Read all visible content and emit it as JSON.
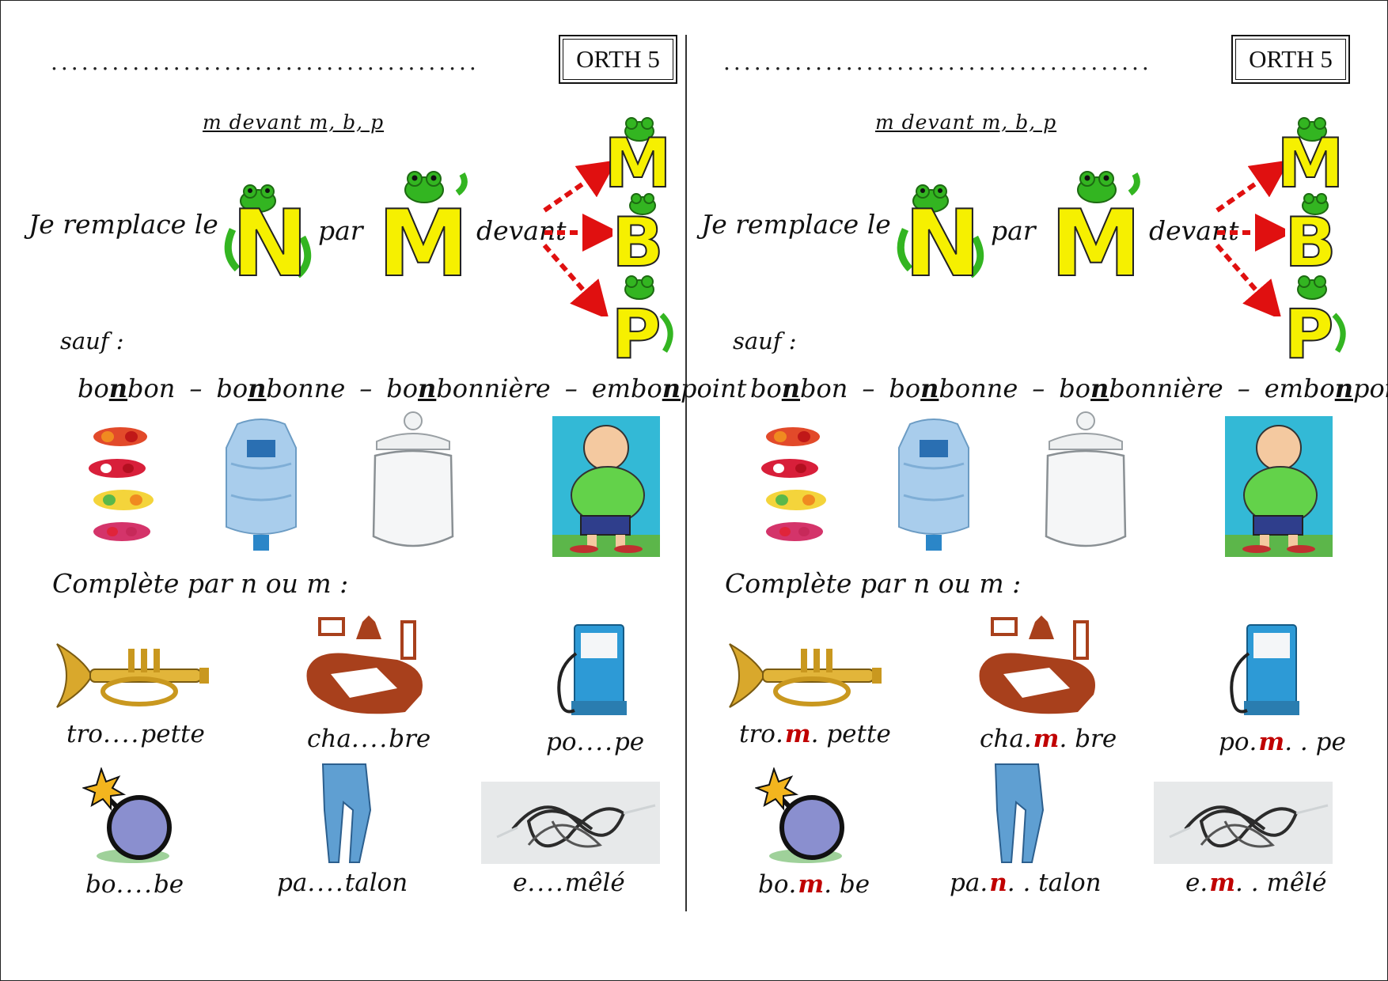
{
  "sheets": [
    {
      "id": "left",
      "name_line": "..........................................",
      "code": "ORTH 5",
      "rule_title": "m devant m, b, p",
      "sentence": {
        "je_remplace_le": "Je remplace le",
        "par": "par",
        "devant": "devant"
      },
      "letters": {
        "n": "N",
        "m": "M",
        "targets": [
          "M",
          "B",
          "P"
        ]
      },
      "sauf": "sauf :",
      "exceptions": [
        {
          "pre": "bo",
          "u": "n",
          "post": "bon"
        },
        {
          "pre": "bo",
          "u": "n",
          "post": "bonne"
        },
        {
          "pre": "bo",
          "u": "n",
          "post": "bonnière"
        },
        {
          "pre": "embo",
          "u": "n",
          "post": "point"
        }
      ],
      "separator": "–",
      "complete_label": "Complète par n ou m :",
      "words": [
        {
          "pre": "tro",
          "gap": "....",
          "answer": "",
          "post": "pette"
        },
        {
          "pre": "cha",
          "gap": "....",
          "answer": "",
          "post": "bre"
        },
        {
          "pre": "po",
          "gap": "....",
          "answer": "",
          "post": "pe"
        },
        {
          "pre": "bo",
          "gap": "....",
          "answer": "",
          "post": "be"
        },
        {
          "pre": "pa",
          "gap": "....",
          "answer": "",
          "post": "talon"
        },
        {
          "pre": "e",
          "gap": "....",
          "answer": "",
          "post": "mêlé"
        }
      ]
    },
    {
      "id": "right",
      "name_line": "..........................................",
      "code": "ORTH 5",
      "rule_title": "m devant m, b, p",
      "sentence": {
        "je_remplace_le": "Je remplace le",
        "par": "par",
        "devant": "devant"
      },
      "letters": {
        "n": "N",
        "m": "M",
        "targets": [
          "M",
          "B",
          "P"
        ]
      },
      "sauf": "sauf :",
      "exceptions": [
        {
          "pre": "bo",
          "u": "n",
          "post": "bon"
        },
        {
          "pre": "bo",
          "u": "n",
          "post": "bonne"
        },
        {
          "pre": "bo",
          "u": "n",
          "post": "bonnière"
        },
        {
          "pre": "embo",
          "u": "n",
          "post": "point"
        }
      ],
      "separator": "–",
      "complete_label": "Complète par n ou m :",
      "words": [
        {
          "pre": "tro",
          "gap": ".",
          "answer": "m",
          "post": ". pette"
        },
        {
          "pre": "cha",
          "gap": ".",
          "answer": "m",
          "post": ". bre"
        },
        {
          "pre": "po",
          "gap": ".",
          "answer": "m",
          "post": ". . pe"
        },
        {
          "pre": "bo",
          "gap": ".",
          "answer": "m",
          "post": ". be"
        },
        {
          "pre": "pa",
          "gap": ".",
          "answer": "n",
          "post": ". . talon"
        },
        {
          "pre": "e",
          "gap": ".",
          "answer": "m",
          "post": ". . mêlé"
        }
      ]
    }
  ],
  "colors": {
    "letter_fill": "#f6f000",
    "frog": "#33b521",
    "arrow": "#e01010",
    "answer": "#c00000"
  },
  "pictures": [
    "candy-wrapped-sweets",
    "water-jug-bottle",
    "glass-candy-jar",
    "chubby-cartoon-man",
    "trumpet",
    "bedroom-chambre",
    "gas-pump",
    "bomb",
    "jeans-pants",
    "tangled-cables"
  ]
}
